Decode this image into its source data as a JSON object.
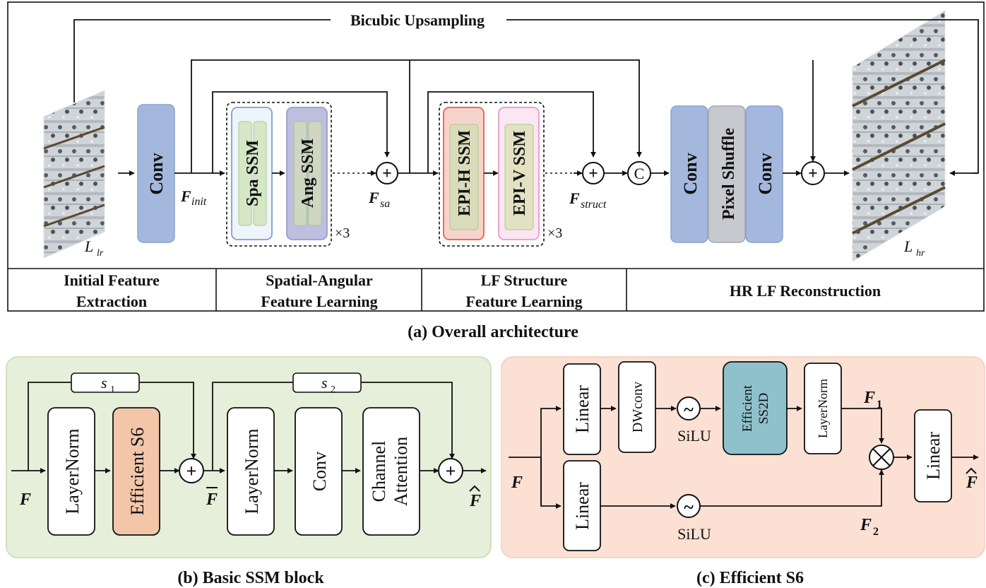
{
  "panel_a": {
    "caption": "(a) Overall architecture",
    "bicubic_label": "Bicubic Upsampling",
    "conv_label": "Conv",
    "f_init_label": "F",
    "f_init_sub": "init",
    "spa_ssm_label": "Spa SSM",
    "ang_ssm_label": "Ang SSM",
    "times3_label": "×3",
    "f_sa_label": "F",
    "f_sa_sub": "sa",
    "epi_h_label": "EPI-H SSM",
    "epi_v_label": "EPI-V SSM",
    "f_struct_label": "F",
    "f_struct_sub": "struct",
    "concat_label": "C",
    "plus_symbol": "+",
    "dots": "·····",
    "recon_conv_label": "Conv",
    "pixel_shuffle_label": "Pixel Shuffle",
    "l_lr_label": "L",
    "l_lr_sub": "lr",
    "l_hr_label": "L",
    "l_hr_sub": "hr",
    "stage_1_line1": "Initial Feature",
    "stage_1_line2": "Extraction",
    "stage_2_line1": "Spatial-Angular",
    "stage_2_line2": "Feature Learning",
    "stage_3_line1": "LF Structure",
    "stage_3_line2": "Feature Learning",
    "stage_4_label": "HR LF Reconstruction"
  },
  "panel_b": {
    "caption": "(b) Basic SSM block",
    "s1_label": "s",
    "s1_sub": "1",
    "s2_label": "s",
    "s2_sub": "2",
    "layernorm_label": "LayerNorm",
    "efficient_s6_label": "Efficient  S6",
    "conv_label": "Conv",
    "channel_label": "Channel",
    "attention_label": "Attention",
    "f_in_label": "F",
    "f_bar_label": "F",
    "f_hat_label": "F"
  },
  "panel_c": {
    "caption": "(c) Efficient  S6",
    "linear_label": "Linear",
    "dwconv_label": "DWconv",
    "silu_label": "SiLU",
    "tilde_symbol": "~",
    "ss2d_line1": "Efficient",
    "ss2d_line2": "SS2D",
    "layernorm_label": "LayerNorm",
    "f1_label": "F",
    "f1_sub": "1",
    "f2_label": "F",
    "f2_sub": "2",
    "f_in_label": "F",
    "f_hat_label": "F",
    "multiply_symbol": "×"
  },
  "colors": {
    "conv_blue": "#a4b8de",
    "spa_fill": "#eef4fb",
    "ang_fill": "#bcbfdd",
    "epi_h_fill": "#f7d4cb",
    "epi_h_stroke": "#e3705f",
    "epi_v_fill": "#fbe6f1",
    "epi_v_stroke": "#e6a6cd",
    "inner_green": "#d6e7c6",
    "pixel_shuffle": "#c8c9cf",
    "panel_b_bg": "#e5efd9",
    "efficient_s6": "#f3c6a9",
    "panel_c_bg": "#fbe0d3",
    "ss2d": "#8fc1cc"
  }
}
